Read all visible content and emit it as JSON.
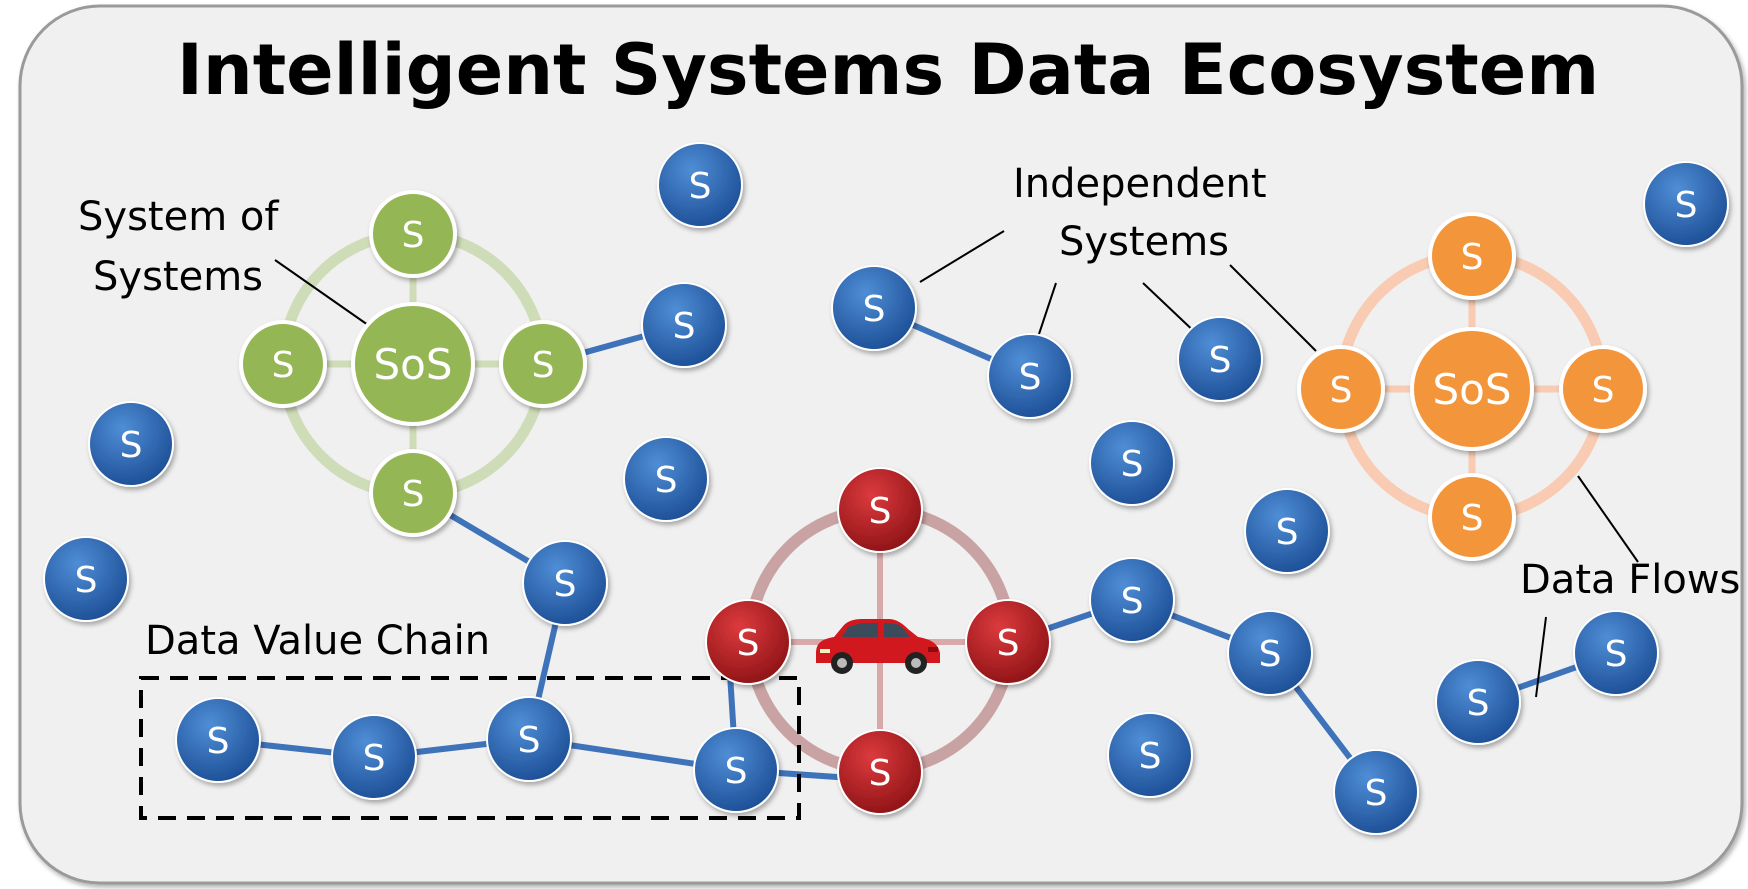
{
  "title": "Intelligent Systems Data Ecosystem",
  "labels": {
    "system_of_systems_line1": "System of",
    "system_of_systems_line2": "Systems",
    "independent_line1": "Independent",
    "independent_line2": "Systems",
    "data_value_chain": "Data Value Chain",
    "data_flows": "Data Flows"
  },
  "node_text": {
    "system": "S",
    "system_of_systems": "SoS"
  },
  "colors": {
    "background": "#f0f0f0",
    "border": "#9a9a9a",
    "blue_node": "#2e69b4",
    "green_node": "#95b655",
    "green_ring": "#cfdcb8",
    "orange_node": "#f3953b",
    "orange_ring": "#f8cbb2",
    "red_node": "#c0262b",
    "red_ring": "#d9a8a8",
    "link": "#3e73ba",
    "leader": "#000000"
  },
  "icons": {
    "vehicle": "red-car-icon"
  }
}
